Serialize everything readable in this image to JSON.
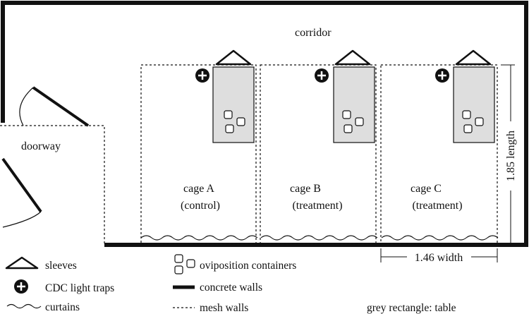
{
  "room": {
    "corridor_label": "corridor",
    "doorway_label": "doorway"
  },
  "cages": [
    {
      "name": "cage A",
      "group": "(control)"
    },
    {
      "name": "cage B",
      "group": "(treatment)"
    },
    {
      "name": "cage C",
      "group": "(treatment)"
    }
  ],
  "dimensions": {
    "length_label": "1.85 length",
    "width_label": "1.46 width"
  },
  "legend": {
    "sleeves": "sleeves",
    "light_traps": "CDC light traps",
    "curtains": "curtains",
    "oviposition": "oviposition containers",
    "concrete": "concrete walls",
    "mesh": "mesh walls",
    "table_note": "grey rectangle: table"
  },
  "icons": {
    "sleeve": "triangle-icon",
    "light_trap": "circle-cross-icon",
    "curtain": "wave-icon",
    "oviposition": "rounded-square-icon"
  },
  "colors": {
    "table_fill": "#dedede",
    "line": "#111111",
    "background": "#ffffff"
  }
}
